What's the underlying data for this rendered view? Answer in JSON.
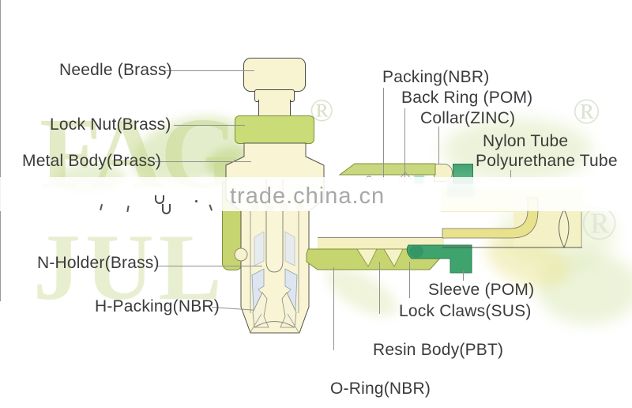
{
  "labels": {
    "needle": "Needle (Brass)",
    "lock_nut": "Lock Nut(Brass)",
    "metal_body": "Metal Body(Brass)",
    "n_holder": "N-Holder(Brass)",
    "h_packing": "H-Packing(NBR)",
    "packing": "Packing(NBR)",
    "back_ring": "Back Ring (POM)",
    "collar": "Collar(ZINC)",
    "nylon_tube": "Nylon Tube",
    "polyurethane_tube": "Polyurethane Tube",
    "sleeve": "Sleeve (POM)",
    "lock_claws": "Lock Claws(SUS)",
    "resin_body": "Resin Body(PBT)",
    "o_ring": "O-Ring(NBR)"
  },
  "watermarks": {
    "site": "trade.china.cn",
    "brand_top": "FAG",
    "brand_bottom": "JUL",
    "registered_symbol": "®"
  },
  "colors": {
    "cream": "#f8f4d2",
    "olive": "#c6d56f",
    "lock_nut_green": "#c9dc77",
    "collar_green": "#46a475",
    "outline": "#4a4a44",
    "label_text": "#3b3b3b",
    "leader_line": "#909090",
    "watermark_green": "#c6d88c",
    "watermark_gray": "#a8a8a8"
  }
}
